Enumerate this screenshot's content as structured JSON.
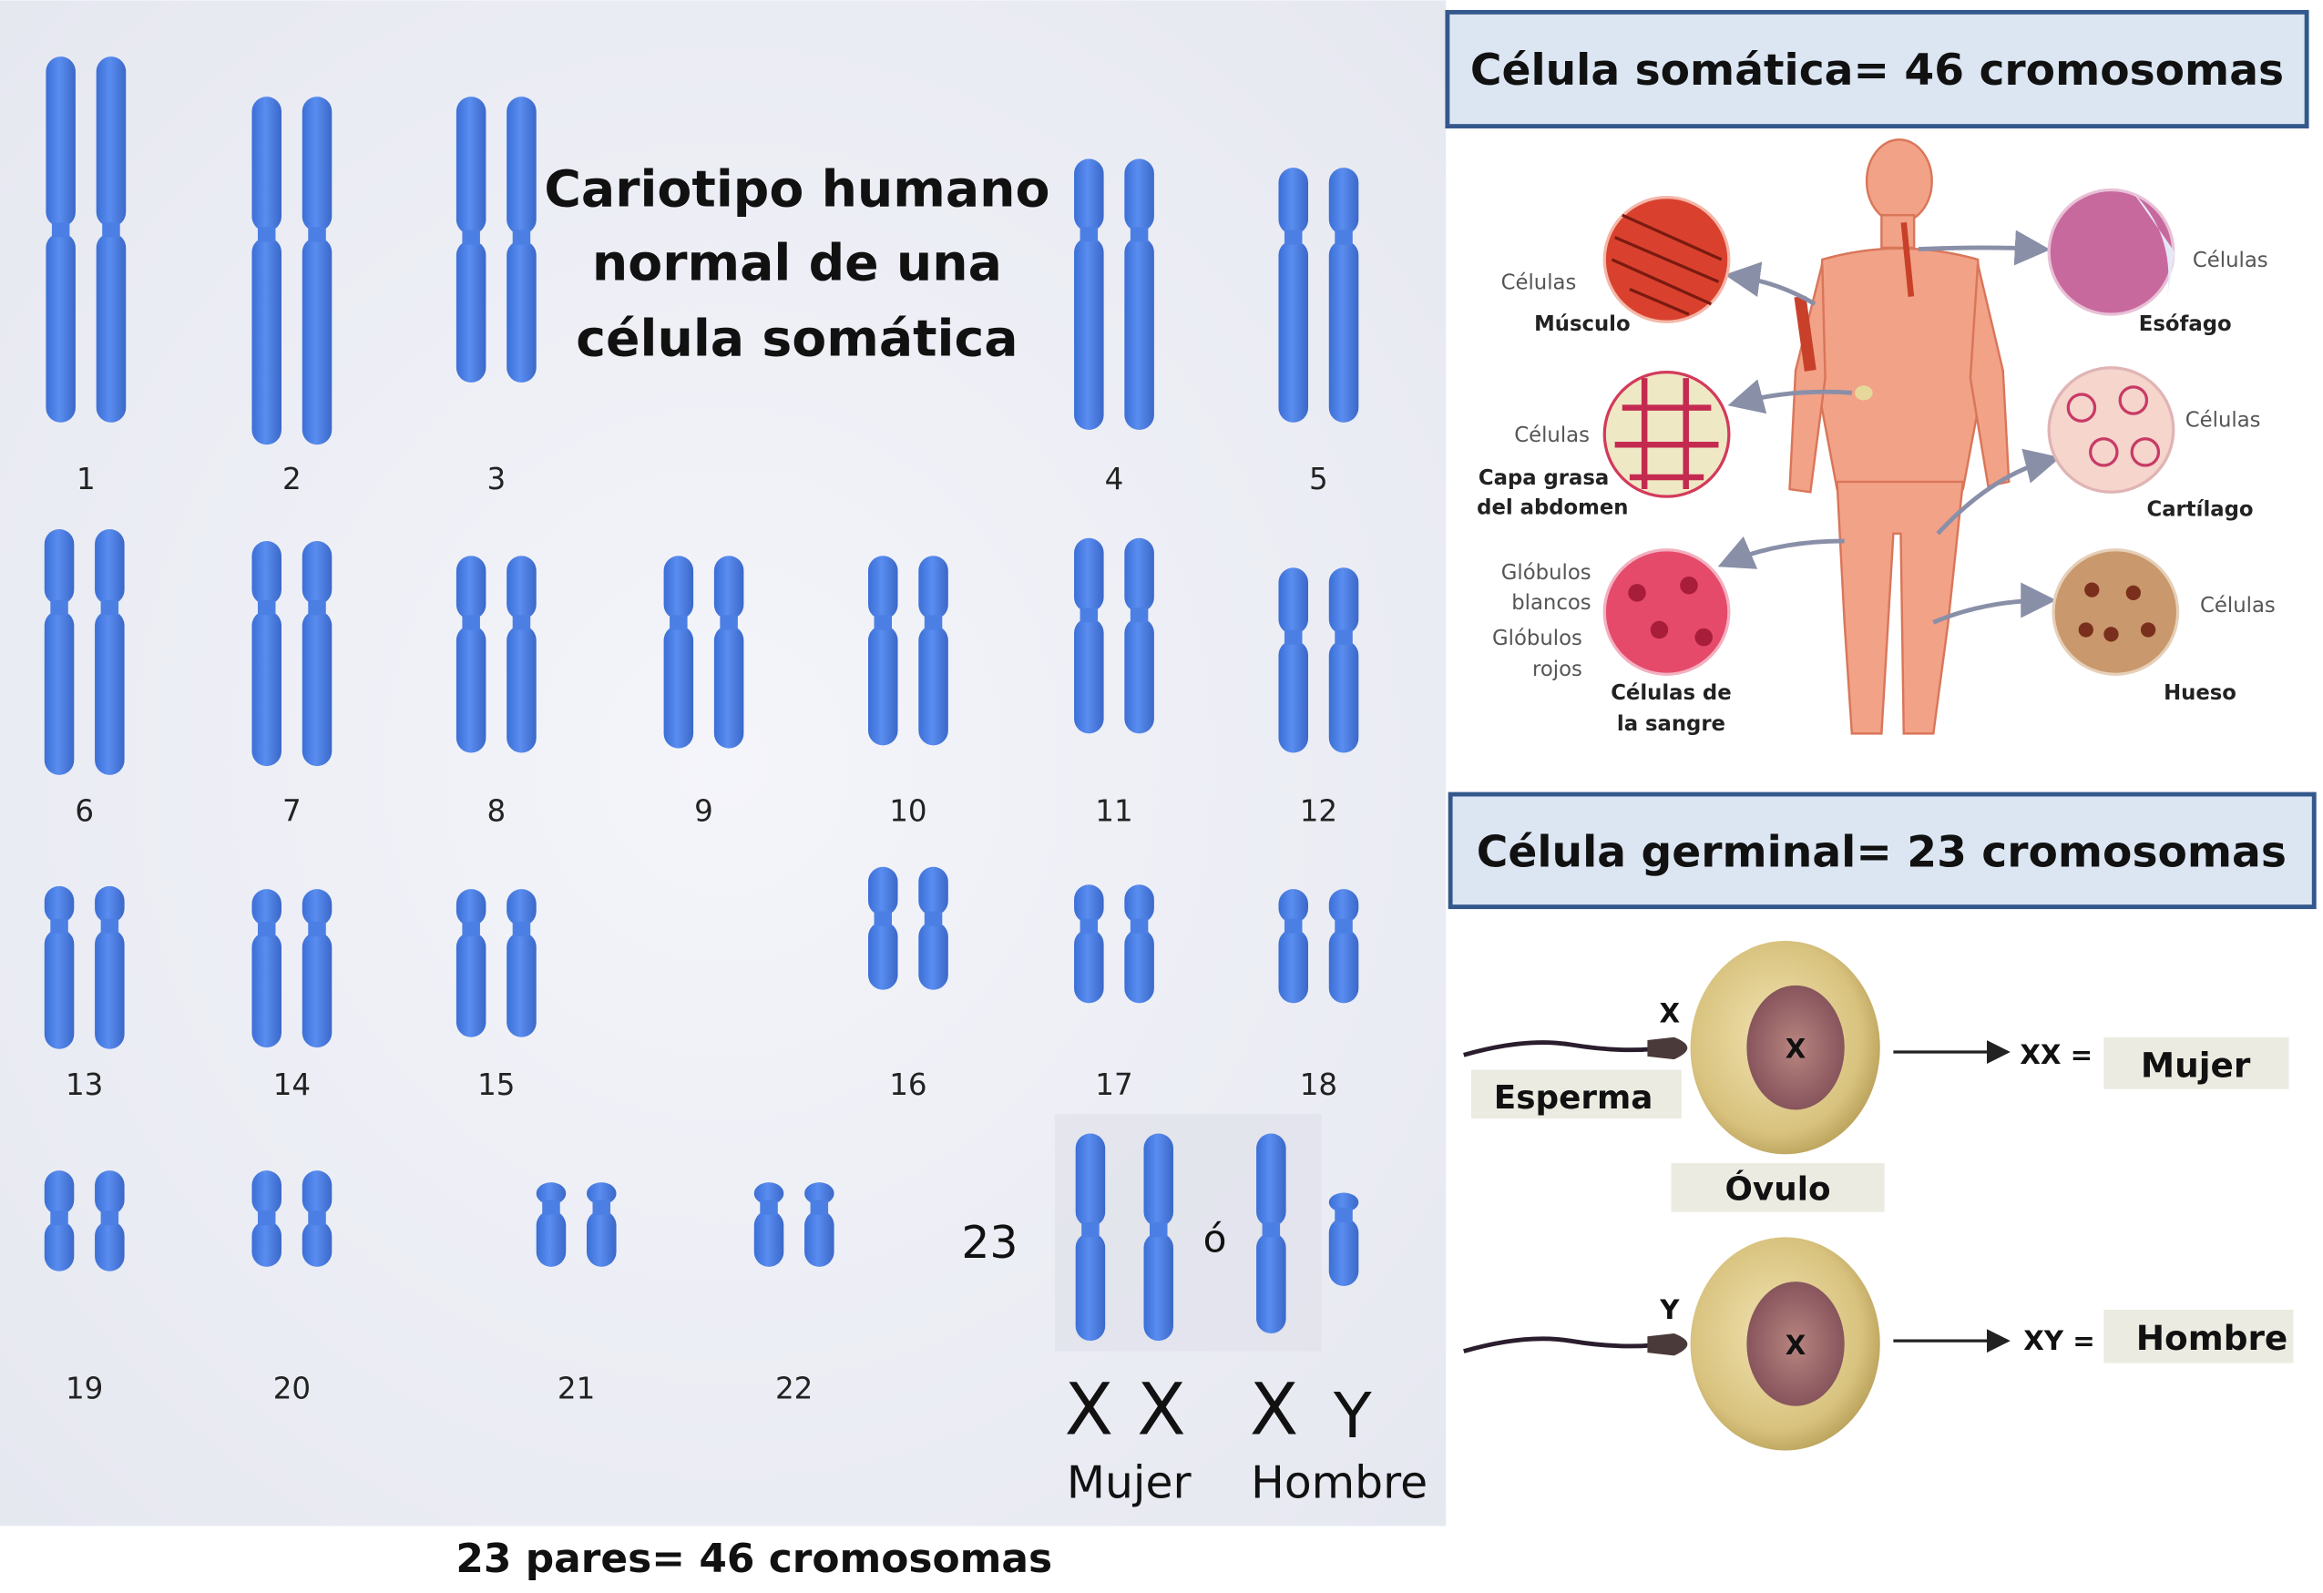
{
  "karyotype": {
    "title_lines": [
      "Cariotipo humano",
      "normal de una",
      "célula somática"
    ],
    "pair_labels": [
      "1",
      "2",
      "3",
      "4",
      "5",
      "6",
      "7",
      "8",
      "9",
      "10",
      "11",
      "12",
      "13",
      "14",
      "15",
      "16",
      "17",
      "18",
      "19",
      "20",
      "21",
      "22"
    ],
    "pair23_label": "23",
    "or_label": "ó",
    "female_letters": [
      "X",
      "X"
    ],
    "male_letters": [
      "X",
      "Y"
    ],
    "female_label": "Mujer",
    "male_label": "Hombre",
    "caption": "23 pares= 46 cromosomas"
  },
  "somatic": {
    "title": "Célula somática= 46 cromosomas",
    "tissues": {
      "muscle": {
        "name": "Músculo",
        "cells": "Células"
      },
      "esophagus": {
        "name": "Esófago",
        "cells": "Células"
      },
      "fat": {
        "name_lines": [
          "Capa grasa",
          "del abdomen"
        ],
        "cells": "Células"
      },
      "cartilage": {
        "name": "Cartílago",
        "cells": "Células"
      },
      "blood": {
        "name_lines": [
          "Células de",
          "la sangre"
        ],
        "white_lines": [
          "Glóbulos",
          "blancos"
        ],
        "red_lines": [
          "Glóbulos",
          "rojos"
        ]
      },
      "bone": {
        "name": "Hueso",
        "cells": "Células"
      }
    }
  },
  "germinal": {
    "title": "Célula germinal= 23 cromosomas",
    "sperm_label": "Esperma",
    "ovum_label": "Óvulo",
    "female": {
      "sperm_chrom": "X",
      "ovum_chrom": "X",
      "result": "XX =",
      "sex": "Mujer"
    },
    "male": {
      "sperm_chrom": "Y",
      "ovum_chrom": "X",
      "result": "XY =",
      "sex": "Hombre"
    }
  },
  "colors": {
    "chromosome": "#4c7fe3",
    "title_box_bg": "#dce6f2",
    "title_box_border": "#34588c",
    "ovum": "#d9c481",
    "nucleus": "#8e5a63",
    "skin": "#f2a287"
  }
}
